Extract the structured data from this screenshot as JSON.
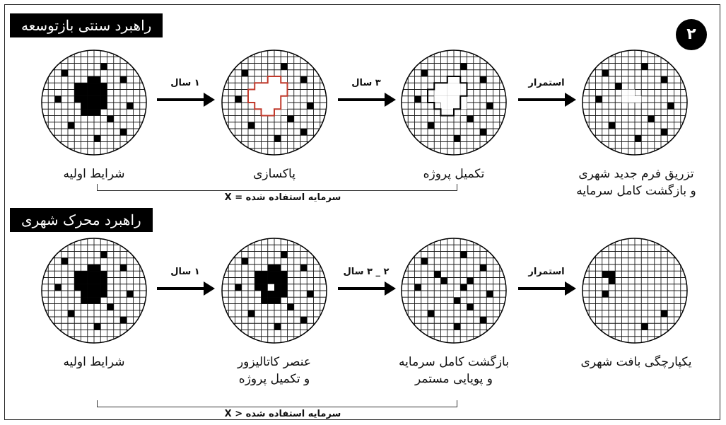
{
  "badge": "۲",
  "rows": [
    {
      "title": "راهبرد سنتی بازتوسعه",
      "arrows": [
        "۱ سال",
        "۳ سال",
        "استمرار"
      ],
      "captions": [
        [
          "شرایط اولیه"
        ],
        [
          "پاکسازی"
        ],
        [
          "تکمیل پروژه"
        ],
        [
          "تزریق فرم جدید شهری",
          "و بازگشت کامل سرمایه"
        ]
      ],
      "bracket_label": "سرمایه استفاده شده = X"
    },
    {
      "title": "راهبرد محرک شهری",
      "arrows": [
        "۱ سال",
        "۲ _ ۳ سال",
        "استمرار"
      ],
      "captions": [
        [
          "شرایط اولیه"
        ],
        [
          "عنصر کاتالیزور",
          "و تکمیل پروژه"
        ],
        [
          "بازگشت کامل سرمایه",
          "و پویایی مستمر"
        ],
        [
          "یکپارچگی بافت شهری"
        ]
      ],
      "bracket_label": "سرمایه استفاده شده < X"
    }
  ],
  "colors": {
    "ink": "#000000",
    "grid": "#1a1a1a",
    "highlight": "#c0392b"
  }
}
